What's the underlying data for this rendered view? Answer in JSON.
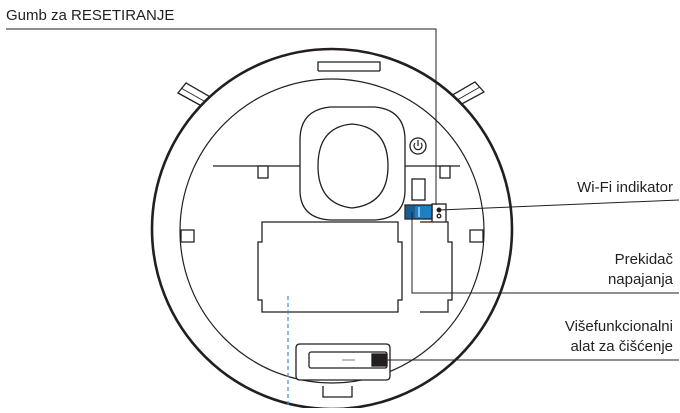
{
  "labels": {
    "reset_button": "Gumb za RESETIRANJE",
    "wifi_indicator": "Wi-Fi indikator",
    "power_switch": [
      "Prekidač",
      "napajanja"
    ],
    "multi_tool": [
      "Višefunkcionalni",
      "alat za čišćenje"
    ]
  },
  "colors": {
    "outline": "#231f20",
    "switch_blue": "#1f7fc4",
    "dashed_line": "#3b8fd0",
    "background": "#ffffff"
  },
  "icons": {
    "power": "power-icon"
  }
}
